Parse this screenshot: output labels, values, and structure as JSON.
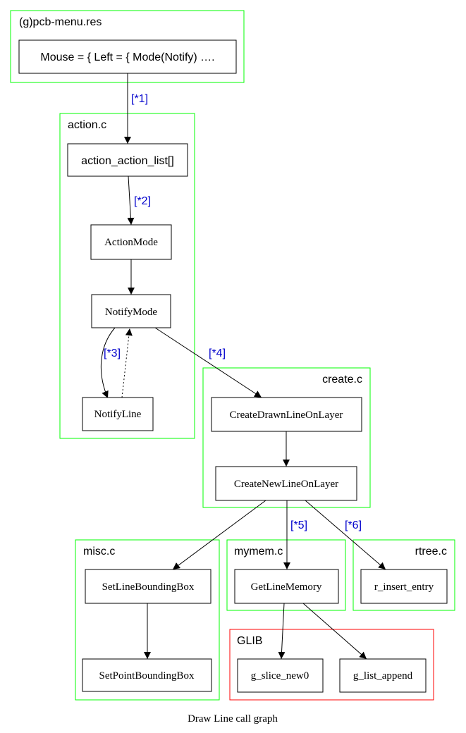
{
  "clusters": {
    "pcb_menu": {
      "label": "(g)pcb-menu.res",
      "color": "#00ff00"
    },
    "action_c": {
      "label": "action.c",
      "color": "#00ff00"
    },
    "create_c": {
      "label": "create.c",
      "color": "#00ff00"
    },
    "misc_c": {
      "label": "misc.c",
      "color": "#00ff00"
    },
    "mymem_c": {
      "label": "mymem.c",
      "color": "#00ff00"
    },
    "rtree_c": {
      "label": "rtree.c",
      "color": "#00ff00"
    },
    "glib": {
      "label": "GLIB",
      "color": "#ff0000"
    }
  },
  "nodes": {
    "mouse": "Mouse = {  Left = { Mode(Notify) ….",
    "action_list": "action_action_list[]",
    "action_mode": "ActionMode",
    "notify_mode": "NotifyMode",
    "notify_line": "NotifyLine",
    "create_drawn": "CreateDrawnLineOnLayer",
    "create_new": "CreateNewLineOnLayer",
    "set_line_bb": "SetLineBoundingBox",
    "set_point_bb": "SetPointBoundingBox",
    "get_line_mem": "GetLineMemory",
    "r_insert": "r_insert_entry",
    "g_slice": "g_slice_new0",
    "g_list": "g_list_append"
  },
  "edge_labels": {
    "e1": "[*1]",
    "e2": "[*2]",
    "e3": "[*3]",
    "e4": "[*4]",
    "e5": "[*5]",
    "e6": "[*6]"
  },
  "edge_label_color": "#0000cc",
  "caption": "Draw Line call graph"
}
